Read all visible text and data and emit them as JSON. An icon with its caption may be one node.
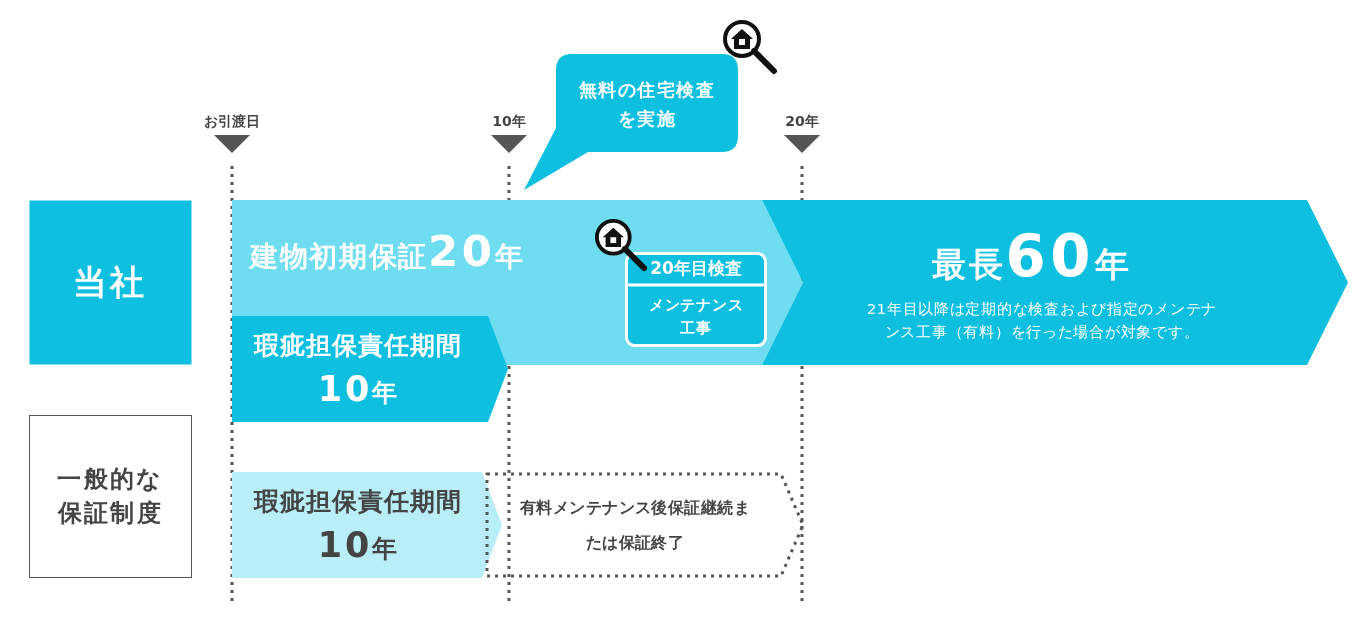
{
  "diagram": {
    "nodes": [
      {
        "text": [
          "当社"
        ]
      },
      {
        "text": [
          "一般的な保証制度"
        ]
      },
      {
        "text": [
          "無料の住宅検査を実施"
        ]
      },
      {
        "text": [
          "建物初期保証20年"
        ]
      },
      {
        "text": [
          "瑕疵担保責任期間10年"
        ]
      },
      {
        "text": [
          "最長60年",
          "21年目以降は定期的な検査および指定のメンテナンス工事（有料）を行った場合が対象です。"
        ]
      },
      {
        "text": [
          "20年目検査",
          "メンテナンス工事"
        ],
        "in": 3
      },
      {
        "text": [
          "瑕疵担保責任期間10年"
        ]
      },
      {
        "text": [
          "有料メンテナンス後保証継続または保証終了"
        ]
      }
    ],
    "edges": [],
    "labels": [
      "お引渡日",
      "10年",
      "20年"
    ]
  }
}
